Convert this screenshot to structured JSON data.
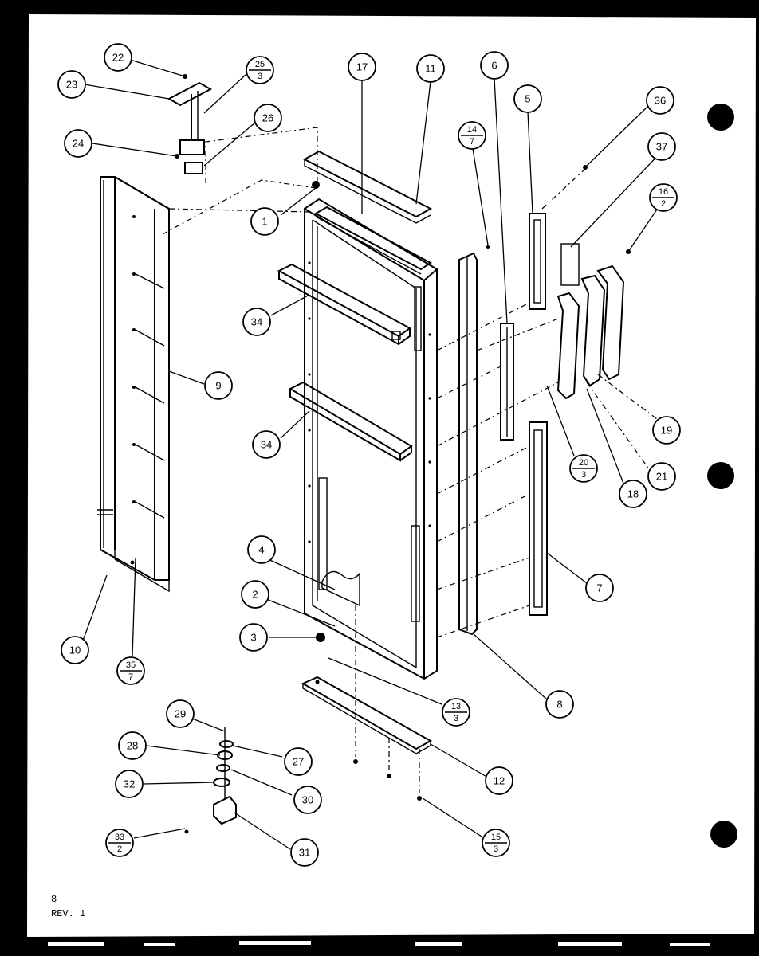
{
  "callouts": [
    {
      "id": "c22",
      "label": "22"
    },
    {
      "id": "c23",
      "label": "23"
    },
    {
      "id": "c25",
      "num": "25",
      "den": "3"
    },
    {
      "id": "c26",
      "label": "26"
    },
    {
      "id": "c24",
      "label": "24"
    },
    {
      "id": "c17",
      "label": "17"
    },
    {
      "id": "c11",
      "label": "11"
    },
    {
      "id": "c6",
      "label": "6"
    },
    {
      "id": "c14",
      "num": "14",
      "den": "7"
    },
    {
      "id": "c5",
      "label": "5"
    },
    {
      "id": "c36",
      "label": "36"
    },
    {
      "id": "c37",
      "label": "37"
    },
    {
      "id": "c16",
      "num": "16",
      "den": "2"
    },
    {
      "id": "c1",
      "label": "1"
    },
    {
      "id": "c34a",
      "label": "34"
    },
    {
      "id": "c9",
      "label": "9"
    },
    {
      "id": "c34b",
      "label": "34"
    },
    {
      "id": "c19",
      "label": "19"
    },
    {
      "id": "c20",
      "num": "20",
      "den": "3"
    },
    {
      "id": "c21",
      "label": "21"
    },
    {
      "id": "c18",
      "label": "18"
    },
    {
      "id": "c4",
      "label": "4"
    },
    {
      "id": "c7",
      "label": "7"
    },
    {
      "id": "c2",
      "label": "2"
    },
    {
      "id": "c3",
      "label": "3"
    },
    {
      "id": "c10",
      "label": "10"
    },
    {
      "id": "c35",
      "num": "35",
      "den": "7"
    },
    {
      "id": "c13",
      "num": "13",
      "den": "3"
    },
    {
      "id": "c8",
      "label": "8"
    },
    {
      "id": "c29",
      "label": "29"
    },
    {
      "id": "c28",
      "label": "28"
    },
    {
      "id": "c27",
      "label": "27"
    },
    {
      "id": "c32",
      "label": "32"
    },
    {
      "id": "c30",
      "label": "30"
    },
    {
      "id": "c12",
      "label": "12"
    },
    {
      "id": "c33",
      "num": "33",
      "den": "2"
    },
    {
      "id": "c31",
      "label": "31"
    },
    {
      "id": "c15",
      "num": "15",
      "den": "3"
    }
  ],
  "footer": {
    "page": "8",
    "revision": "REV. 1"
  }
}
